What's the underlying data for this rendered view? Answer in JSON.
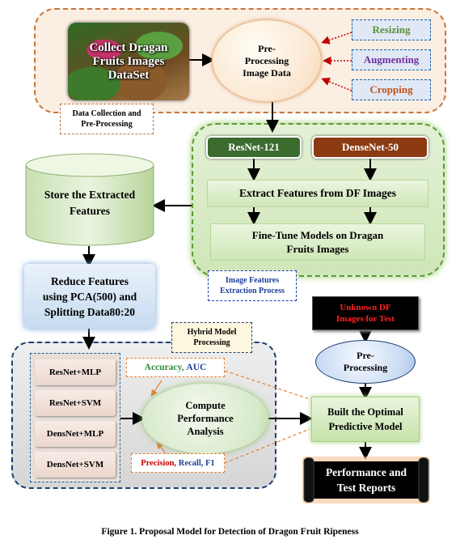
{
  "collect_box": {
    "lines": [
      "Collect Dragan",
      "Fruits Images",
      "DataSet"
    ]
  },
  "preprocess_circle": {
    "lines": [
      "Pre-",
      "Processing",
      "Image Data"
    ]
  },
  "resizing": "Resizing",
  "augmenting": "Augmenting",
  "cropping": "Cropping",
  "data_collection_label": {
    "lines": [
      "Data Collection and",
      "Pre-Processing"
    ]
  },
  "resnet121": "ResNet-121",
  "densenet50": "DenseNet-50",
  "extract_features": "Extract Features from DF Images",
  "finetune": {
    "lines": [
      "Fine-Tune Models on Dragan",
      "Fruits  Images"
    ]
  },
  "image_features_label": {
    "lines": [
      "Image Features",
      "Extraction Process"
    ]
  },
  "store_features": {
    "lines": [
      "Store the Extracted",
      "Features"
    ]
  },
  "reduce_features": {
    "lines": [
      "Reduce Features",
      "using PCA(500) and",
      "Splitting Data80:20"
    ]
  },
  "hybrid_label": {
    "lines": [
      "Hybrid Model",
      "Processing"
    ]
  },
  "models": [
    "ResNet+MLP",
    "ResNet+SVM",
    "DensNet+MLP",
    "DensNet+SVM"
  ],
  "accuracy_metric": {
    "accuracy": "Accuracy,",
    "auc": "AUC"
  },
  "compute_performance": {
    "lines": [
      "Compute",
      "Performance",
      "Analysis"
    ]
  },
  "precision_metric": {
    "precision": "Precision,",
    "recall": "Recall,",
    "f1": "F1"
  },
  "unknown_df": {
    "lines": [
      "Unknown  DF",
      "Images for Test"
    ]
  },
  "preprocessing2": {
    "lines": [
      "Pre-",
      "Processing"
    ]
  },
  "built_optimal": {
    "lines": [
      "Built the Optimal",
      "Predictive Model"
    ]
  },
  "performance_reports": {
    "lines": [
      "Performance and",
      "Test Reports"
    ]
  },
  "caption": "Figure 1. Proposal Model for Detection of Dragon Fruit Ripeness",
  "colors": {
    "orange_border": "#c8753a",
    "green_border": "#5a9a35",
    "navy_border": "#1f3f70",
    "resizing_text": "#5b8f3a",
    "augmenting_text": "#7030a0",
    "cropping_text": "#c0531c",
    "accuracy_text": "#2e8b3a",
    "auc_text": "#1f3f9a",
    "precision_text": "#c00000",
    "recall_text": "#1f3f9a",
    "f1_text": "#1f3f9a",
    "unknown_text": "#ff2020"
  }
}
